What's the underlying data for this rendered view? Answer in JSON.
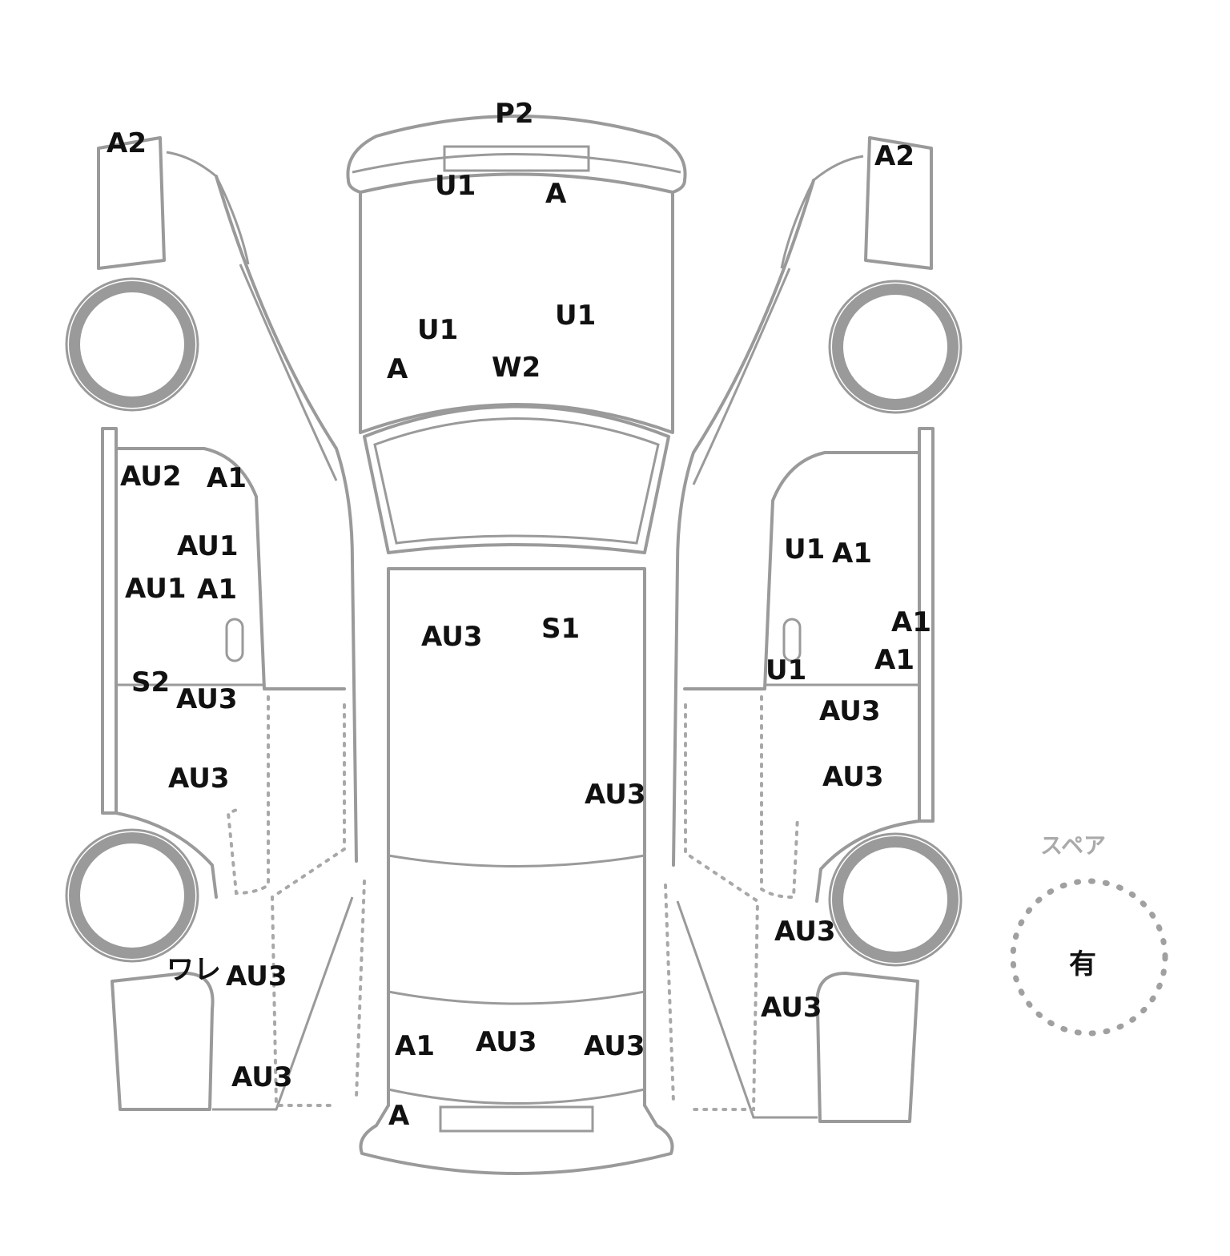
{
  "spare": {
    "title": "スペア",
    "value": "有"
  },
  "marks": {
    "roof_front": [
      "P2",
      "U1",
      "A"
    ],
    "hood": [
      "U1",
      "U1",
      "A",
      "W2"
    ],
    "left_fender": [
      "A2"
    ],
    "left_front_door": [
      "AU2",
      "A1",
      "AU1",
      "AU1",
      "A1"
    ],
    "left_rear_door": [
      "S2",
      "AU3",
      "AU3"
    ],
    "left_rear_quarter": [
      "ワレ",
      "AU3",
      "AU3"
    ],
    "right_fender": [
      "A2"
    ],
    "right_front_door": [
      "U1",
      "A1",
      "A1",
      "A1",
      "U1"
    ],
    "right_rear_door": [
      "AU3",
      "AU3"
    ],
    "right_rear_quarter": [
      "AU3",
      "AU3"
    ],
    "roof": [
      "AU3",
      "S1",
      "AU3"
    ],
    "trunk": [
      "A1",
      "AU3",
      "AU3"
    ],
    "rear_bumper": [
      "A"
    ]
  }
}
